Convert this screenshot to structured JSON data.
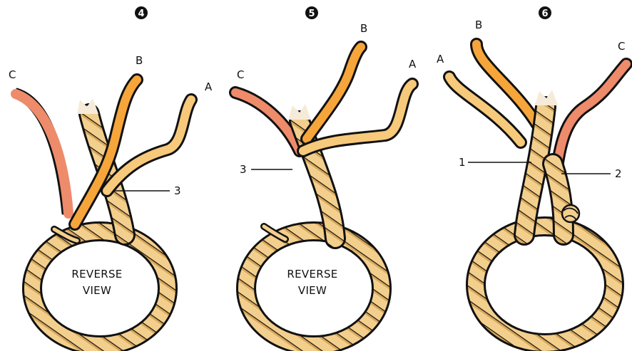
{
  "panels": [
    {
      "step": "4",
      "strand_labels": {
        "a": "A",
        "b": "B",
        "c": "C"
      },
      "callouts": [
        "3"
      ],
      "note_line1": "REVERSE",
      "note_line2": "VIEW"
    },
    {
      "step": "5",
      "strand_labels": {
        "a": "A",
        "b": "B",
        "c": "C"
      },
      "callouts": [
        "3"
      ],
      "note_line1": "REVERSE",
      "note_line2": "VIEW"
    },
    {
      "step": "6",
      "strand_labels": {
        "a": "A",
        "b": "B",
        "c": "C"
      },
      "callouts": [
        "1",
        "2"
      ]
    }
  ],
  "colors": {
    "strand_a": "#F7C97A",
    "strand_b": "#F5A53A",
    "strand_c": "#EE8B6A",
    "rope": "#F3CF8E",
    "rope_shadow": "#C9953F",
    "outline": "#111111"
  }
}
